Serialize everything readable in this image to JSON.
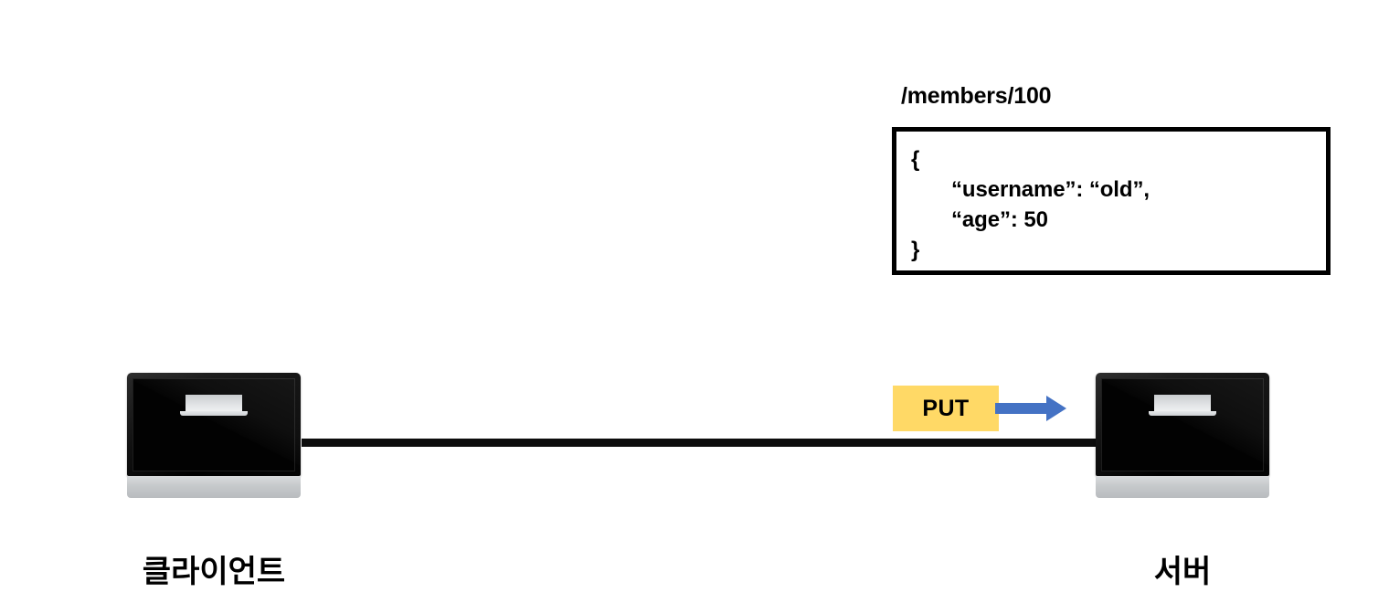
{
  "diagram": {
    "title": "HTTP PUT request from client to server",
    "background_color": "#ffffff"
  },
  "request": {
    "endpoint_path": "/members/100",
    "method_label": "PUT",
    "method_badge_color": "#ffd966",
    "arrow_color": "#4472c4",
    "arrow_direction": "right",
    "payload": {
      "open_brace": "{",
      "lines": [
        "“username”: “old”,",
        "“age”: 50"
      ],
      "close_brace": "}",
      "border_color": "#000000"
    }
  },
  "nodes": {
    "client": {
      "label": "클라이언트",
      "icon": "desktop-monitor-icon"
    },
    "server": {
      "label": "서버",
      "icon": "desktop-monitor-icon"
    }
  },
  "connection": {
    "line_color": "#0d0d0d"
  }
}
